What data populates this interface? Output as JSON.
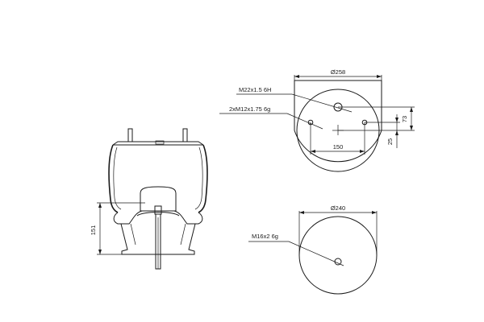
{
  "side_view": {
    "height_label": "151"
  },
  "top_plate": {
    "diameter_label": "Ø258",
    "air_port_label": "M22x1.5 6H",
    "studs_label": "2xM12x1.75 6g",
    "stud_spacing_label": "150",
    "offset_vertical_label": "73",
    "offset_small_label": "25"
  },
  "bottom_plate": {
    "diameter_label": "Ø240",
    "bolt_label": "M16x2 6g"
  }
}
